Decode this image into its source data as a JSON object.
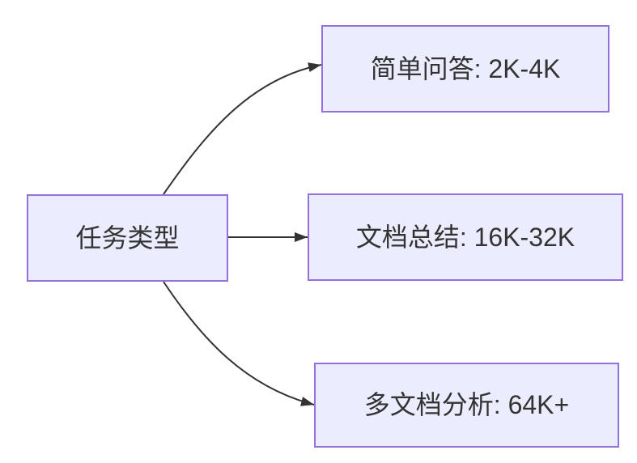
{
  "diagram": {
    "type": "flowchart-LR",
    "root": {
      "label": "任务类型"
    },
    "nodes": [
      {
        "label": "简单问答: 2K-4K"
      },
      {
        "label": "文档总结: 16K-32K"
      },
      {
        "label": "多文档分析: 64K+"
      }
    ],
    "colors": {
      "background": "#FFFFFF",
      "node_fill": "#ECECFF",
      "node_border": "#9370DB",
      "edge": "#333333",
      "text": "#333333"
    }
  }
}
